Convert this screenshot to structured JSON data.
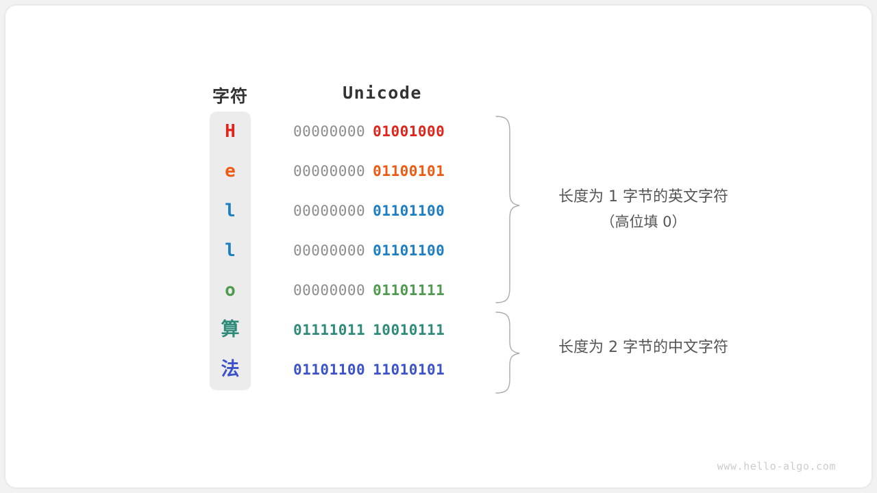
{
  "figure": {
    "headers": {
      "character": "字符",
      "unicode": "Unicode"
    },
    "rows": [
      {
        "char": "H",
        "high_byte": "00000000",
        "low_byte": "01001000",
        "color": "#e0241b",
        "cjk": false
      },
      {
        "char": "e",
        "high_byte": "00000000",
        "low_byte": "01100101",
        "color": "#ec5a13",
        "cjk": false
      },
      {
        "char": "l",
        "high_byte": "00000000",
        "low_byte": "01101100",
        "color": "#1d7ec4",
        "cjk": false
      },
      {
        "char": "l",
        "high_byte": "00000000",
        "low_byte": "01101100",
        "color": "#1d7ec4",
        "cjk": false
      },
      {
        "char": "o",
        "high_byte": "00000000",
        "low_byte": "01101111",
        "color": "#4e9a4e",
        "cjk": false
      },
      {
        "char": "算",
        "high_byte": "01111011",
        "low_byte": "10010111",
        "color": "#2e8b7a",
        "cjk": true
      },
      {
        "char": "法",
        "high_byte": "01101100",
        "low_byte": "11010101",
        "color": "#3c52c8",
        "cjk": true
      }
    ],
    "annotations": [
      {
        "line1": "长度为 1 字节的英文字符",
        "line2": "（高位填 0）"
      },
      {
        "line1": "长度为 2 字节的中文字符",
        "line2": ""
      }
    ],
    "colors": {
      "high_byte_gray": "#8c8c8c",
      "header_text": "#333333",
      "annotation_text": "#555555",
      "char_column_bg": "#ececec",
      "brace_stroke": "#aaaaaa",
      "card_bg": "#ffffff",
      "page_bg": "#f2f2f2",
      "watermark": "#cccccc"
    },
    "watermark": "www.hello-algo.com"
  }
}
